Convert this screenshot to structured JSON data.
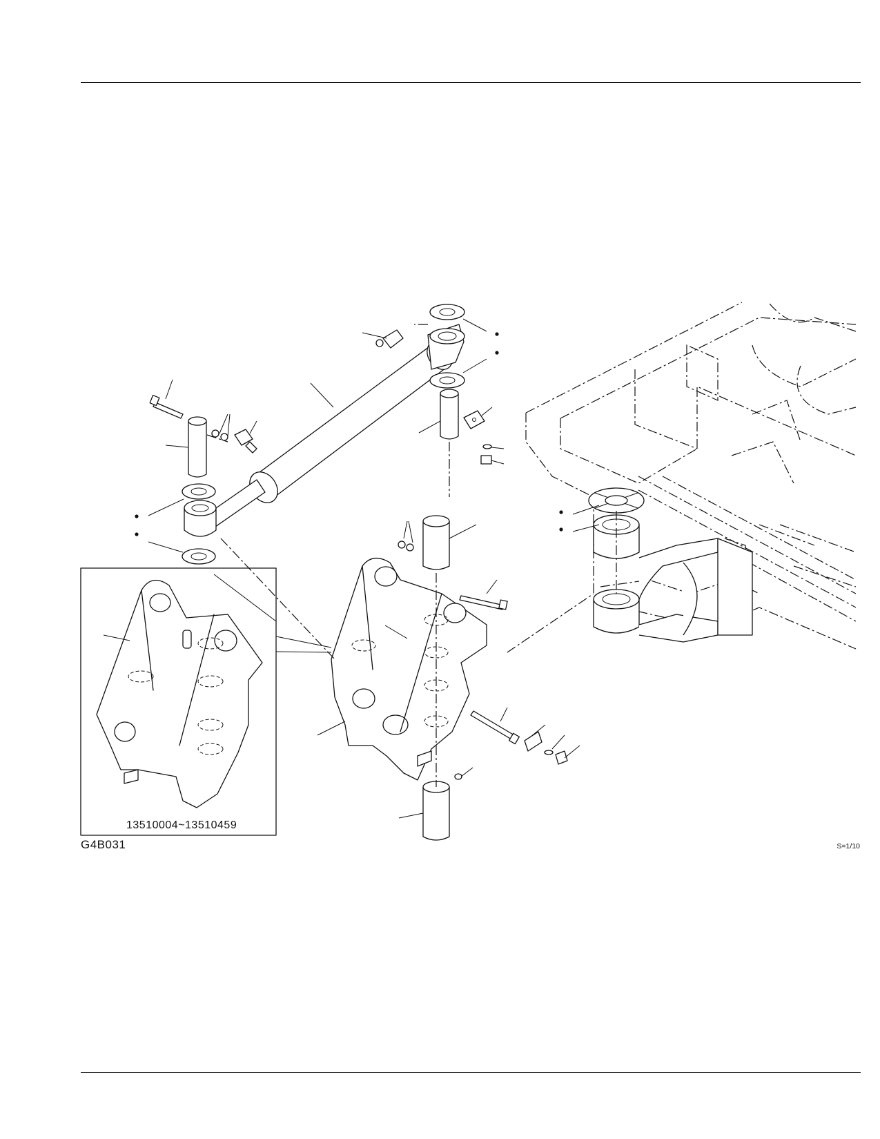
{
  "figure": {
    "inset_serial_range": "13510004~13510459",
    "figure_id": "G4B031",
    "scale_note": "S=1/10"
  }
}
